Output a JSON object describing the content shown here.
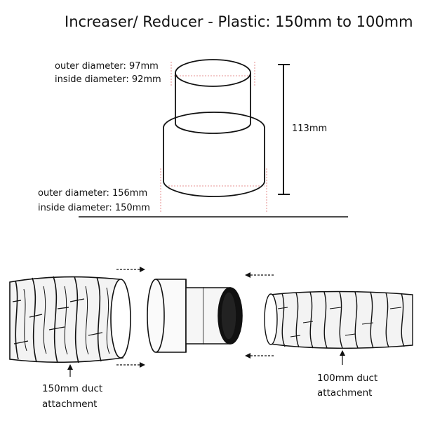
{
  "title": "Increaser/ Reducer - Plastic: 150mm to 100mm",
  "top_spec": {
    "outer": "outer diameter: 97mm",
    "inside": "inside diameter: 92mm"
  },
  "bottom_spec": {
    "outer": "outer diameter: 156mm",
    "inside": "inside diameter: 150mm"
  },
  "height": "113mm",
  "duct_large": {
    "line1": "150mm duct",
    "line2": "attachment"
  },
  "duct_small": {
    "line1": "100mm duct",
    "line2": "attachment"
  }
}
